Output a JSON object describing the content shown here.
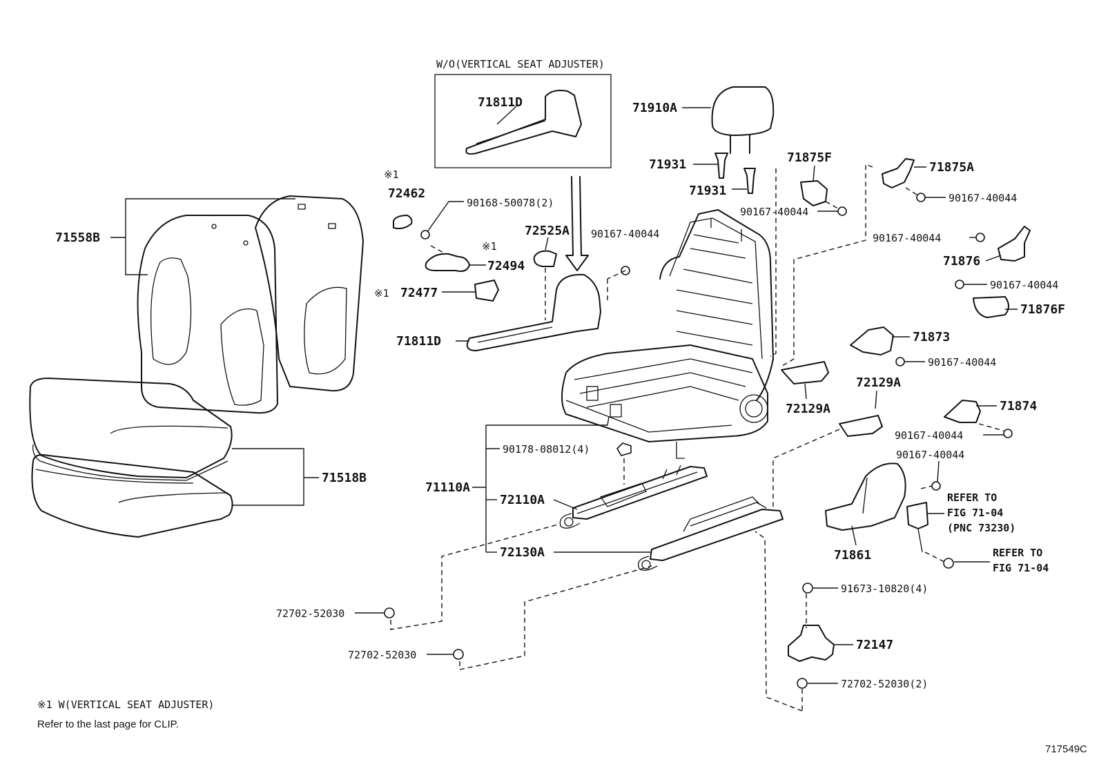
{
  "inset": {
    "caption": "W/O(VERTICAL SEAT ADJUSTER)",
    "part_label": "71811D"
  },
  "labels": {
    "p71558B": "71558B",
    "p71518B": "71518B",
    "p72462": "72462",
    "p72462_mark": "※1",
    "p90168": "90168-50078(2)",
    "p72525A": "72525A",
    "p72494": "72494",
    "p72494_mark": "※1",
    "p72477": "72477",
    "p72477_mark": "※1",
    "p71811D": "71811D",
    "p90167_a": "90167-40044",
    "p71910A": "71910A",
    "p71931_a": "71931",
    "p71931_b": "71931",
    "p71875F": "71875F",
    "p90167_b": "90167-40044",
    "p71875A": "71875A",
    "p90167_c": "90167-40044",
    "p90167_d": "90167-40044",
    "p71876": "71876",
    "p90167_e": "90167-40044",
    "p71876F": "71876F",
    "p71873": "71873",
    "p90167_f": "90167-40044",
    "p72129A_a": "72129A",
    "p72129A_b": "72129A",
    "p71874": "71874",
    "p90167_g": "90167-40044",
    "p90167_h": "90167-40044",
    "p71110A": "71110A",
    "p90178": "90178-08012(4)",
    "p72110A": "72110A",
    "p72130A": "72130A",
    "p71861": "71861",
    "p91673": "91673-10820(4)",
    "p72147": "72147",
    "p72702_a": "72702-52030",
    "p72702_b": "72702-52030",
    "p72702_c": "72702-52030(2)"
  },
  "refs": {
    "refer1_line1": "REFER TO",
    "refer1_line2": "FIG 71-04",
    "refer1_line3": "(PNC 73230)",
    "refer2_line1": "REFER TO",
    "refer2_line2": "FIG 71-04"
  },
  "footnote": {
    "line1": "※1 W(VERTICAL SEAT ADJUSTER)",
    "line2": "Refer to the last page for CLIP."
  },
  "figure_code": "717549C"
}
